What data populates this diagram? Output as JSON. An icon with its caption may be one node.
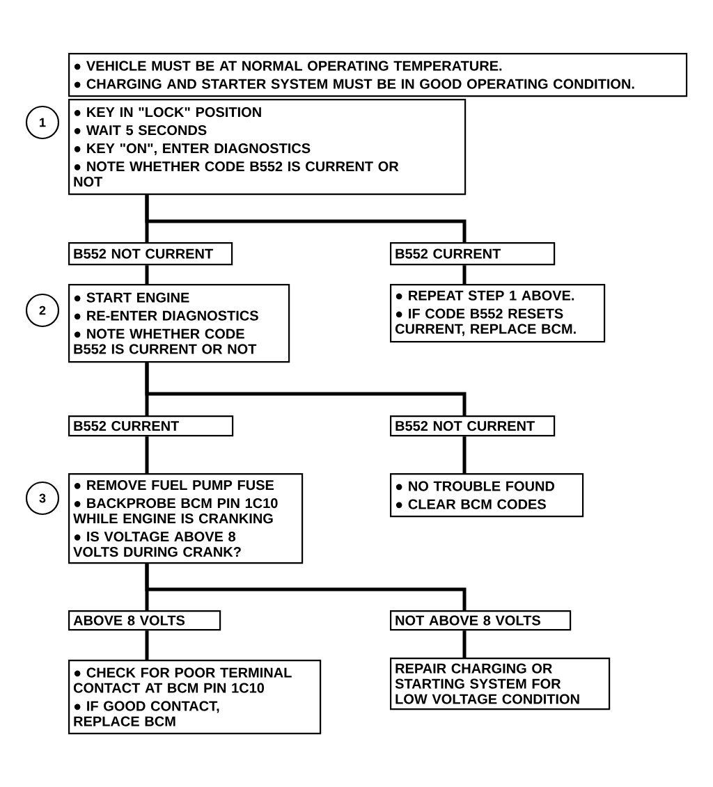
{
  "diagram": {
    "nodes": [
      {
        "text": [
          "● VEHICLE MUST BE AT NORMAL OPERATING TEMPERATURE.",
          "● CHARGING AND STARTER SYSTEM MUST BE IN GOOD OPERATING CONDITION."
        ]
      },
      {
        "text": [
          "1"
        ]
      },
      {
        "text": [
          "● KEY IN \"LOCK\" POSITION",
          "● WAIT 5 SECONDS",
          "● KEY \"ON\", ENTER DIAGNOSTICS",
          "● NOTE WHETHER CODE B552 IS CURRENT OR NOT"
        ]
      },
      {
        "text": [
          "B552 NOT CURRENT"
        ]
      },
      {
        "text": [
          "B552 CURRENT"
        ]
      },
      {
        "text": [
          "2"
        ]
      },
      {
        "text": [
          "● START ENGINE",
          "● RE-ENTER DIAGNOSTICS",
          "● NOTE WHETHER CODE B552 IS CURRENT OR NOT"
        ]
      },
      {
        "text": [
          "● REPEAT STEP 1 ABOVE.",
          "● IF CODE B552 RESETS CURRENT, REPLACE BCM."
        ]
      },
      {
        "text": [
          "B552 CURRENT"
        ]
      },
      {
        "text": [
          "B552 NOT CURRENT"
        ]
      },
      {
        "text": [
          "3"
        ]
      },
      {
        "text": [
          "● REMOVE FUEL PUMP FUSE",
          "● BACKPROBE BCM PIN 1C10 WHILE ENGINE IS CRANKING",
          "● IS VOLTAGE ABOVE 8 VOLTS DURING CRANK?"
        ]
      },
      {
        "text": [
          "● NO TROUBLE FOUND",
          "● CLEAR BCM CODES"
        ]
      },
      {
        "text": [
          "ABOVE 8 VOLTS"
        ]
      },
      {
        "text": [
          "NOT ABOVE 8 VOLTS"
        ]
      },
      {
        "text": [
          "● CHECK FOR POOR TERMINAL CONTACT AT BCM PIN 1C10",
          "● IF GOOD CONTACT, REPLACE BCM"
        ]
      },
      {
        "text": [
          "REPAIR CHARGING OR STARTING SYSTEM FOR LOW VOLTAGE CONDITION"
        ]
      }
    ],
    "edges": [
      {
        "from": 2,
        "to": 3,
        "arrow": "none"
      },
      {
        "from": 2,
        "to": 4,
        "arrow": "none"
      },
      {
        "from": 3,
        "to": 6,
        "arrow": "none"
      },
      {
        "from": 4,
        "to": 7,
        "arrow": "none"
      },
      {
        "from": 6,
        "to": 8,
        "arrow": "none"
      },
      {
        "from": 6,
        "to": 9,
        "arrow": "none"
      },
      {
        "from": 8,
        "to": 11,
        "arrow": "none"
      },
      {
        "from": 9,
        "to": 12,
        "arrow": "none"
      },
      {
        "from": 11,
        "to": 13,
        "arrow": "none"
      },
      {
        "from": 11,
        "to": 14,
        "arrow": "none"
      },
      {
        "from": 13,
        "to": 15,
        "arrow": "none"
      },
      {
        "from": 14,
        "to": 16,
        "arrow": "none"
      }
    ]
  }
}
